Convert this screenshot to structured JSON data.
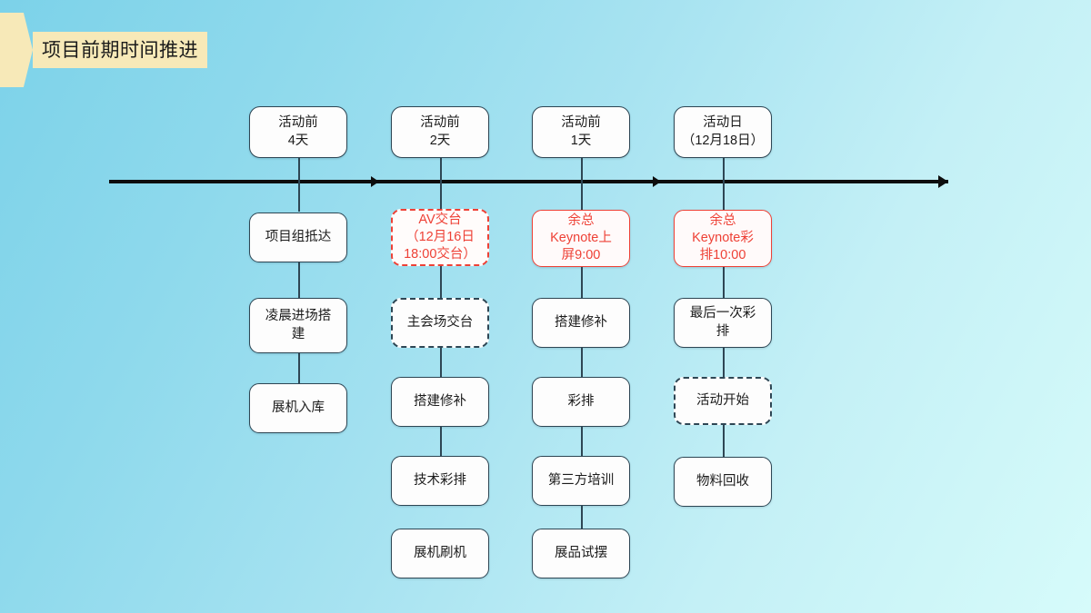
{
  "slide": {
    "title": "项目前期时间推进",
    "background_from": "#7cd2e9",
    "background_to": "#d6fbfa",
    "title_band_color": "#f7e9b8",
    "accent_red": "#ee4136",
    "node_border_color": "#2e4654"
  },
  "timeline": {
    "axis_label": "timeline-axis",
    "direction": "left-to-right"
  },
  "columns": [
    {
      "id": "col-4days-before",
      "header": "活动前\n4天",
      "nodes": [
        {
          "label": "项目组抵达",
          "style": "solid"
        },
        {
          "label": "凌晨进场搭\n建",
          "style": "solid"
        },
        {
          "label": "展机入库",
          "style": "solid"
        }
      ]
    },
    {
      "id": "col-2days-before",
      "header": "活动前\n2天",
      "nodes": [
        {
          "label": "AV交台\n（12月16日\n18:00交台）",
          "style": "dashed-red"
        },
        {
          "label": "主会场交台",
          "style": "dashed"
        },
        {
          "label": "搭建修补",
          "style": "solid"
        },
        {
          "label": "技术彩排",
          "style": "solid"
        },
        {
          "label": "展机刷机",
          "style": "solid"
        }
      ]
    },
    {
      "id": "col-1day-before",
      "header": "活动前\n1天",
      "nodes": [
        {
          "label": "余总\nKeynote上\n屏9:00",
          "style": "solid-red"
        },
        {
          "label": "搭建修补",
          "style": "solid"
        },
        {
          "label": "彩排",
          "style": "solid"
        },
        {
          "label": "第三方培训",
          "style": "solid"
        },
        {
          "label": "展品试摆",
          "style": "solid"
        }
      ]
    },
    {
      "id": "col-event-day",
      "header": "活动日\n（12月18日）",
      "nodes": [
        {
          "label": "余总\nKeynote彩\n排10:00",
          "style": "solid-red"
        },
        {
          "label": "最后一次彩\n排",
          "style": "solid"
        },
        {
          "label": "活动开始",
          "style": "dashed"
        },
        {
          "label": "物料回收",
          "style": "solid"
        }
      ]
    }
  ]
}
